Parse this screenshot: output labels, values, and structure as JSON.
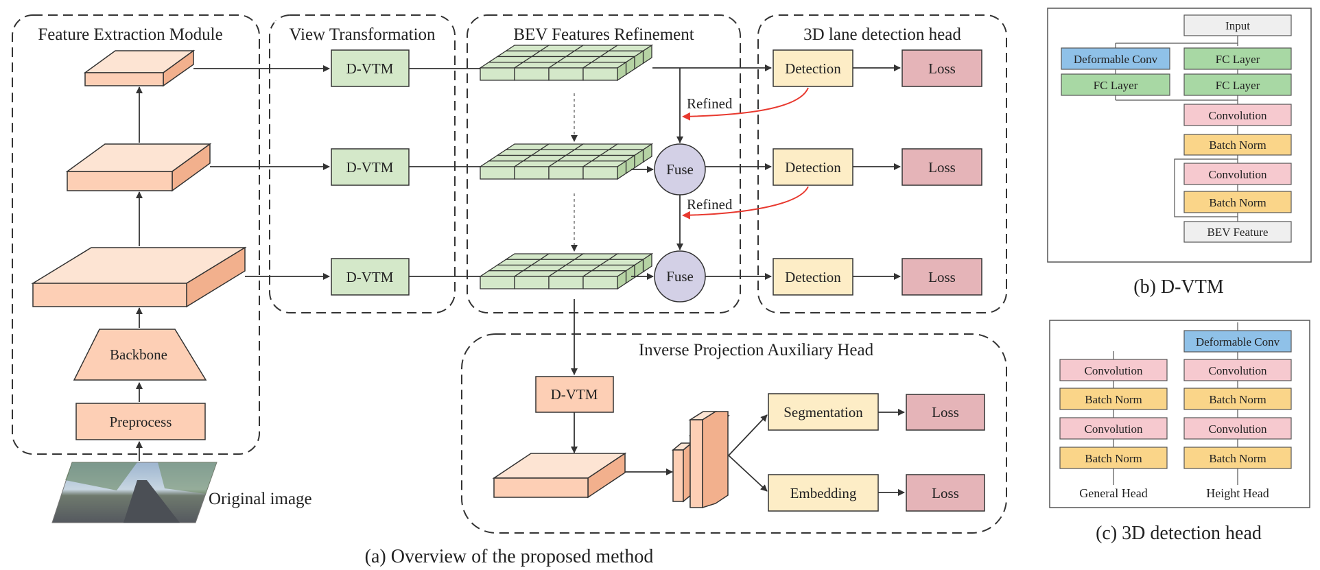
{
  "caption_a": "(a) Overview of the proposed method",
  "caption_b": "(b) D-VTM",
  "caption_c": "(c) 3D detection head",
  "module_titles": {
    "feature_extraction": "Feature Extraction Module",
    "view_transformation": "View Transformation",
    "bev_refinement": "BEV Features Refinement",
    "lane_head": "3D lane detection head",
    "inverse_projection": "Inverse Projection Auxiliary Head"
  },
  "feature_extraction": {
    "preprocess": "Preprocess",
    "backbone": "Backbone",
    "original_image": "Original image"
  },
  "dvtm_label": "D-VTM",
  "fuse_label": "Fuse",
  "refined_label": "Refined",
  "detection_label": "Detection",
  "loss_label": "Loss",
  "aux": {
    "dvtm": "D-VTM",
    "segmentation": "Segmentation",
    "embedding": "Embedding",
    "loss": "Loss"
  },
  "dvtm_detail": {
    "input": "Input",
    "deformable_conv": "Deformable Conv",
    "fc_layer": "FC Layer",
    "convolution": "Convolution",
    "batch_norm": "Batch Norm",
    "bev_feature": "BEV Feature"
  },
  "head_detail": {
    "general_head": "General Head",
    "height_head": "Height Head",
    "deformable_conv": "Deformable Conv",
    "convolution": "Convolution",
    "batch_norm": "Batch Norm"
  },
  "colors": {
    "salmon": "#fdcfb5",
    "salmon_side": "#f2b08d",
    "green": "#d4e8c9",
    "green_side": "#b6d3a4",
    "yellow": "#fdedc6",
    "loss": "#e5b4b8",
    "fuse": "#d3d0e6",
    "blue": "#8fc1e8",
    "pink": "#f6c9cf",
    "gold": "#fad589",
    "grey": "#efefef",
    "red_arrow": "#e8392f"
  }
}
